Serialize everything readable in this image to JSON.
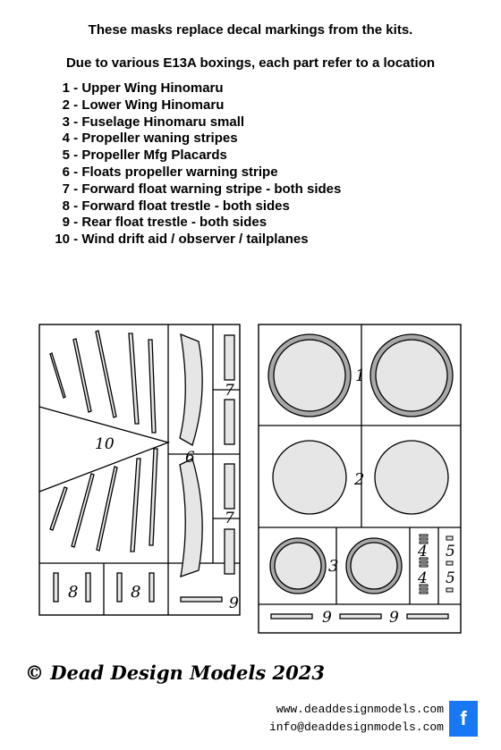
{
  "header": {
    "line1": "These masks replace decal markings from the kits.",
    "line2": "Due to various E13A boxings, each part refer to a location"
  },
  "parts": [
    {
      "num": "1",
      "label": "- Upper Wing Hinomaru"
    },
    {
      "num": "2",
      "label": "- Lower Wing Hinomaru"
    },
    {
      "num": "3",
      "label": "- Fuselage Hinomaru small"
    },
    {
      "num": "4",
      "label": "- Propeller waning stripes"
    },
    {
      "num": "5",
      "label": "- Propeller Mfg Placards"
    },
    {
      "num": "6",
      "label": "- Floats propeller warning stripe"
    },
    {
      "num": "7",
      "label": "- Forward float warning stripe - both sides"
    },
    {
      "num": "8",
      "label": "- Forward float trestle - both sides"
    },
    {
      "num": "9",
      "label": "- Rear float trestle - both sides"
    },
    {
      "num": "10",
      "label": "- Wind drift aid / observer / tailplanes"
    }
  ],
  "sheet_labels": {
    "l10": "10",
    "l6": "6",
    "l7a": "7",
    "l7b": "7",
    "l8a": "8",
    "l8b": "8",
    "l9a": "9",
    "l1": "1",
    "l2": "2",
    "l3": "3",
    "l4a": "4",
    "l5a": "5",
    "l4b": "4",
    "l5b": "5",
    "l9b": "9",
    "l9c": "9"
  },
  "footer": {
    "copyright": "© Dead Design Models 2023",
    "website": "www.deaddesignmodels.com",
    "email": "info@deaddesignmodels.com",
    "social_icon": "facebook-icon",
    "social_glyph": "f"
  },
  "colors": {
    "mask_fill": "#e6e6e6",
    "ring_fill": "#a8a8a8",
    "facebook": "#1877f2"
  }
}
